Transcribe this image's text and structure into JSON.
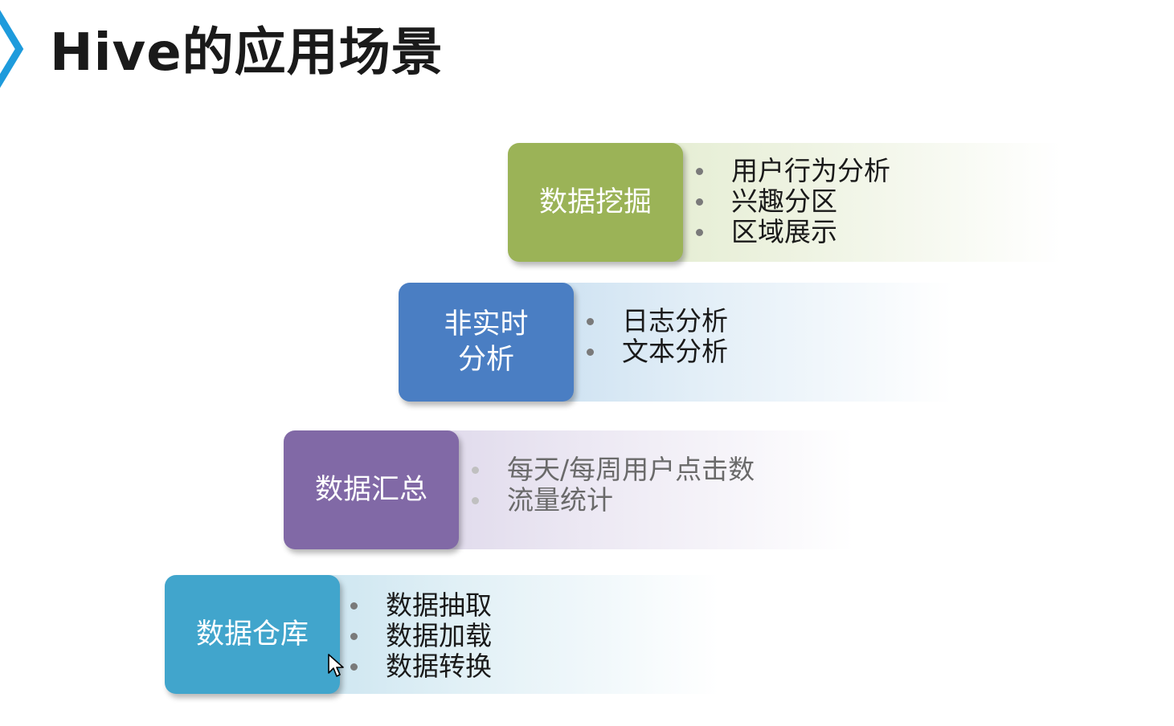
{
  "title": "Hive的应用场景",
  "scenarios": [
    {
      "label_lines": [
        "数据挖掘"
      ],
      "color": "#9bb357",
      "band_color": "#e7efd6",
      "items": [
        "用户行为分析",
        "兴趣分区",
        "区域展示"
      ]
    },
    {
      "label_lines": [
        "非实时",
        "分析"
      ],
      "color": "#4a7ec3",
      "band_color": "#d3e5f2",
      "items": [
        "日志分析",
        "文本分析"
      ]
    },
    {
      "label_lines": [
        "数据汇总"
      ],
      "color": "#8169a6",
      "band_color": "#e4dff0",
      "items": [
        "每天/每周用户点击数",
        "流量统计"
      ]
    },
    {
      "label_lines": [
        "数据仓库"
      ],
      "color": "#41a5cc",
      "band_color": "#d3ebf4",
      "items": [
        "数据抽取",
        "数据加载",
        "数据转换"
      ]
    }
  ],
  "colors": {
    "accent_chevron": "#1e9bdc"
  }
}
